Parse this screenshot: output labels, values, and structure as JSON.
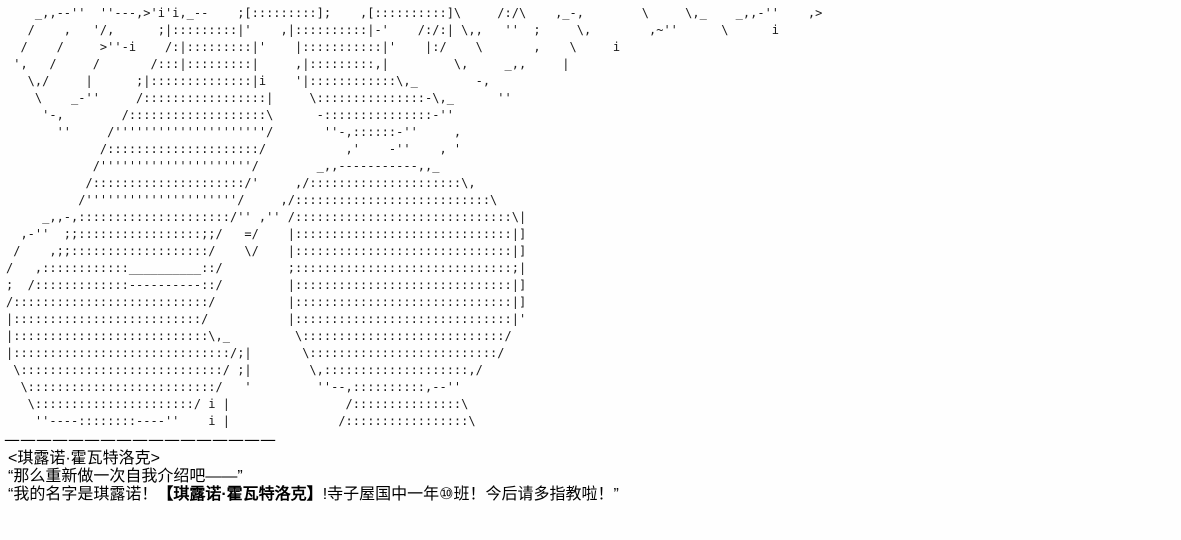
{
  "page": {
    "background": "#fefefe",
    "text_color": "#000000"
  },
  "ascii_art": {
    "lines": [
      "    _,,--''  ''---,>'i'i,_--    ;[:::::::::];    ,[::::::::::]\\     /:/\\    ,_-,        \\     \\,_    _,,-''    ,>",
      "   /    ,   '/,      ;|:::::::::|'    ,|::::::::::|-'    /:/:| \\,,   ''  ;     \\,        ,~''      \\      i",
      "  /    /     >''-i    /:|:::::::::|'    |:::::::::::|'    |:/    \\       ,    \\     i",
      " ',   /     /       /:::|:::::::::|     ,|:::::::::,|         \\,     _,,     |",
      "   \\,/     |      ;|::::::::::::::|i    '|::::::::::::\\,_        -,",
      "    \\    _-''     /:::::::::::::::::|     \\:::::::::::::::-\\,_      ''",
      "     '-,        /:::::::::::::::::::\\      -:::::::::::::::-''",
      "       ''     /'''''''''''''''''''''/       ''-,::::::-''     ,",
      "             /:::::::::::::::::::::/           ,'    -''    , '",
      "            /'''''''''''''''''''''/        _,,-----------,,_",
      "           /:::::::::::::::::::::/'     ,/:::::::::::::::::::::\\,",
      "          /'''''''''''''''''''''/     ,/:::::::::::::::::::::::::::\\",
      "     _,,-,:::::::::::::::::::::/'' ,'' /::::::::::::::::::::::::::::::\\|",
      "  ,-''  ;;:::::::::::::::::;;/   =/    |::::::::::::::::::::::::::::::|]",
      " /    ,;;:::::::::::::::::::/    \\/    |::::::::::::::::::::::::::::::|]",
      "/   ,::::::::::::__________::/         ;::::::::::::::::::::::::::::::;|",
      ";  /:::::::::::::----------::/         |::::::::::::::::::::::::::::::|]",
      "/:::::::::::::::::::::::::::/          |::::::::::::::::::::::::::::::|]",
      "|::::::::::::::::::::::::::/           |::::::::::::::::::::::::::::::|'",
      "|:::::::::::::::::::::::::::\\,_         \\::::::::::::::::::::::::::::/",
      "|::::::::::::::::::::::::::::::/;|       \\::::::::::::::::::::::::::/",
      " \\::::::::::::::::::::::::::::/ ;|        \\,::::::::::::::::::::,/",
      "  \\::::::::::::::::::::::::::/   '         ''--,::::::::::,--''",
      "   \\::::::::::::::::::::::/ i |                /:::::::::::::::\\",
      "    ''----::::::::----''    i |               /:::::::::::::::::\\"
    ]
  },
  "dialogue": {
    "separator": "—————————————————",
    "speaker": "<琪露诺·霍瓦特洛克>",
    "line1": "“那么重新做一次自我介绍吧——”",
    "line2_pre": "“我的名字是琪露诺！",
    "line2_bold": "【琪露诺·霍瓦特洛克】",
    "line2_post": "!寺子屋国中一年⑩班！今后请多指教啦！”"
  }
}
